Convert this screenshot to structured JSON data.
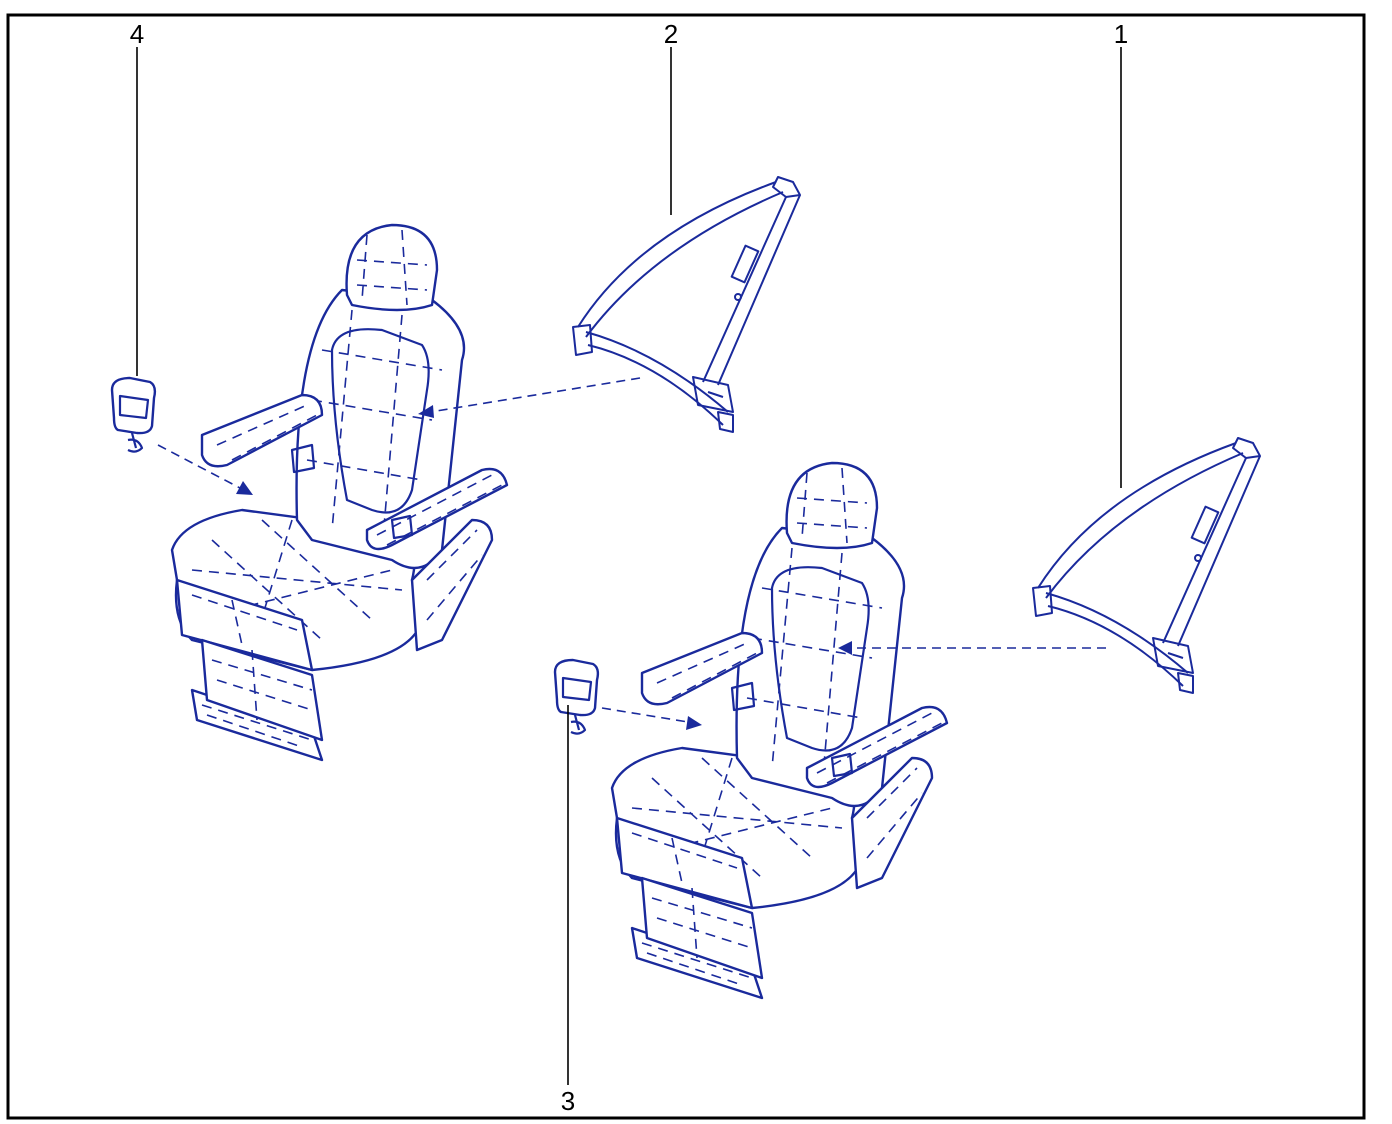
{
  "diagram": {
    "line_color": "#1a2a9c",
    "frame_color": "#000000",
    "callouts": {
      "item_1": "1",
      "item_2": "2",
      "item_3": "3",
      "item_4": "4"
    }
  }
}
